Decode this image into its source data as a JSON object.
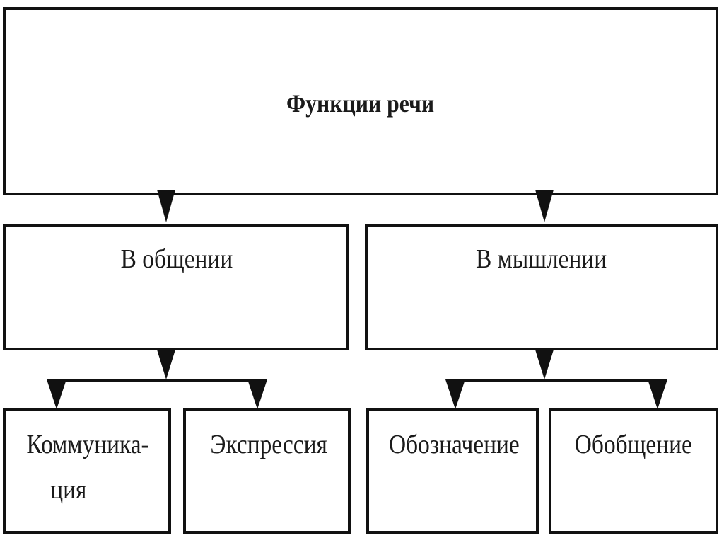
{
  "root": {
    "label": "Функции речи"
  },
  "branches": [
    {
      "label": "В общении",
      "children": [
        {
          "lines": [
            "Коммуника-",
            "ция"
          ]
        },
        {
          "lines": [
            "Экспрессия"
          ]
        }
      ]
    },
    {
      "label": "В мышлении",
      "children": [
        {
          "lines": [
            "Обозначение"
          ]
        },
        {
          "lines": [
            "Обобщение"
          ]
        }
      ]
    }
  ]
}
